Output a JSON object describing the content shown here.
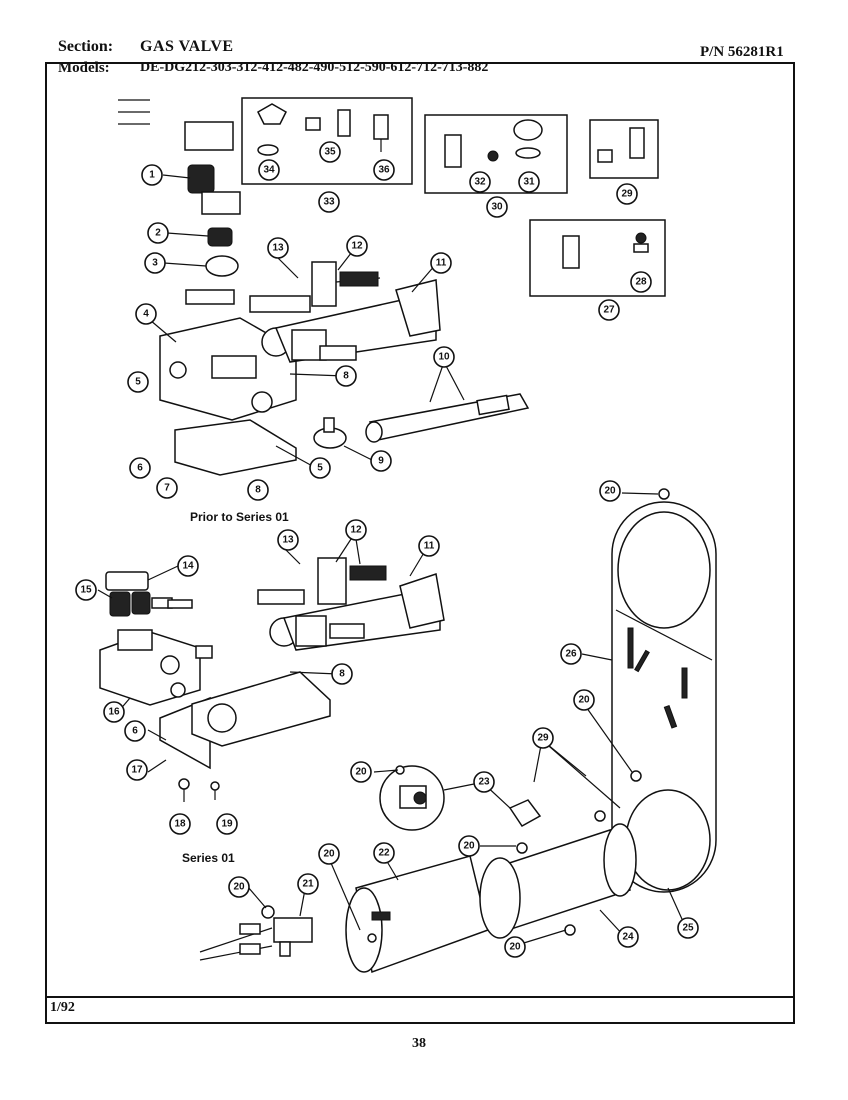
{
  "header": {
    "section_label": "Section:",
    "section_value": "GAS VALVE",
    "models_label": "Models:",
    "models_value": "DE-DG212-303-312-412-482-490-512-590-612-712-713-882",
    "part_number": "P/N 56281R1"
  },
  "captions": {
    "prior_series": "Prior to Series 01",
    "series": "Series 01"
  },
  "footer": {
    "date": "1/92",
    "page_number": "38"
  },
  "callouts": [
    "1",
    "2",
    "3",
    "4",
    "5",
    "5",
    "6",
    "6",
    "7",
    "8",
    "8",
    "8",
    "9",
    "10",
    "11",
    "11",
    "12",
    "12",
    "13",
    "13",
    "14",
    "15",
    "16",
    "17",
    "18",
    "19",
    "20",
    "20",
    "20",
    "20",
    "20",
    "20",
    "20",
    "21",
    "22",
    "23",
    "24",
    "25",
    "26",
    "27",
    "28",
    "29",
    "29",
    "30",
    "31",
    "32",
    "33",
    "34",
    "35",
    "36"
  ]
}
